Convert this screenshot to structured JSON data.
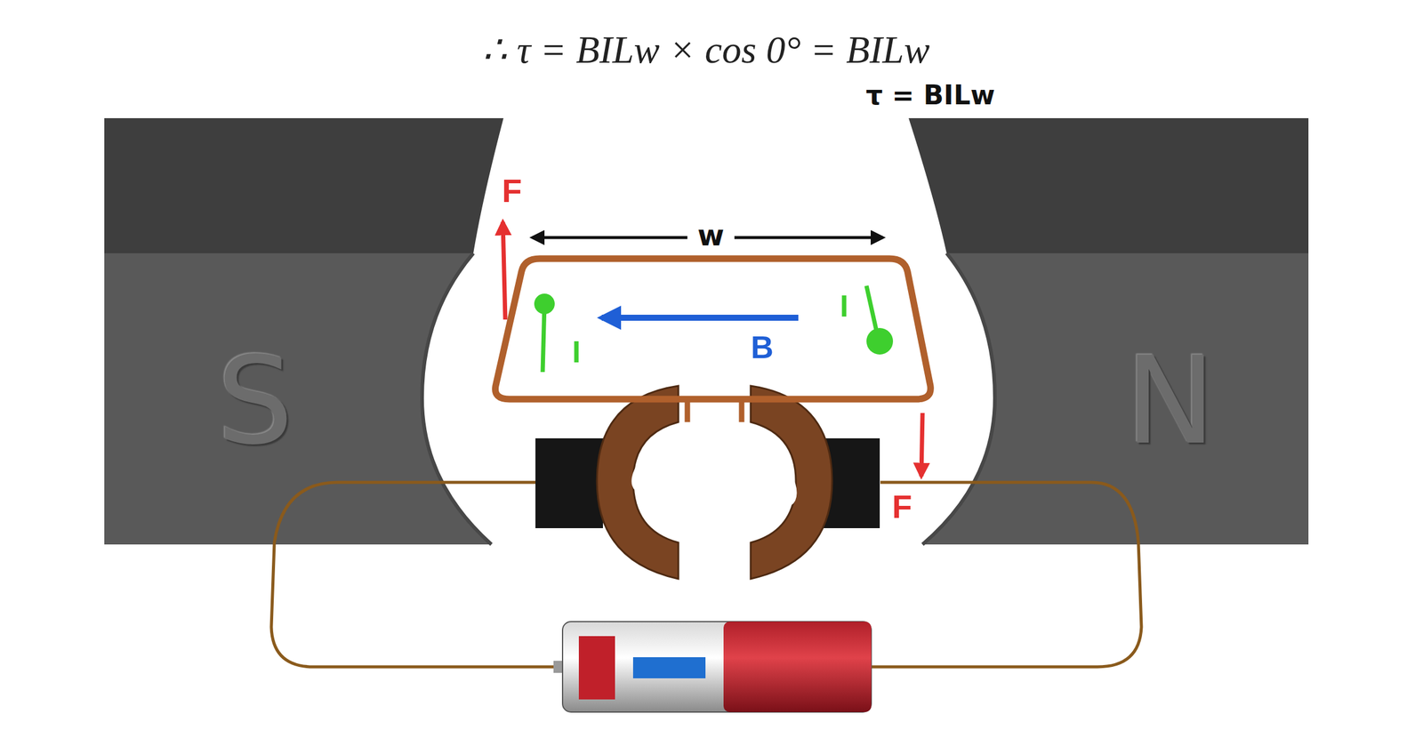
{
  "diagram": {
    "title": "∴ τ = BILw × cos 0° = BILw",
    "labels": [
      "τ = BILw",
      "F",
      "w",
      "I",
      "B",
      "I",
      "F",
      "S",
      "N"
    ]
  }
}
